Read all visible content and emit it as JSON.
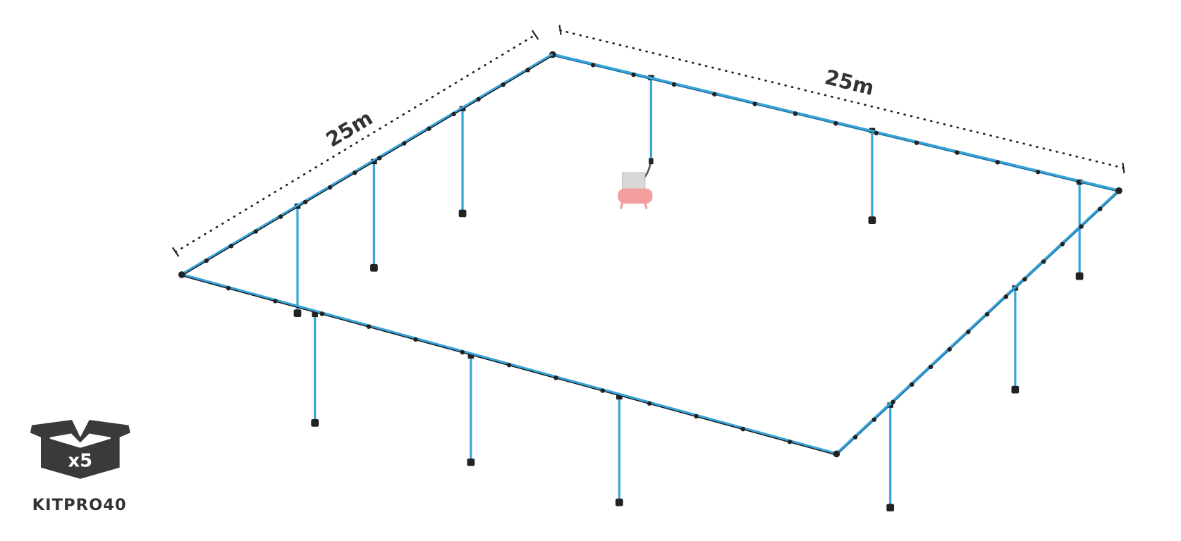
{
  "dimensions": {
    "left_side": "25m",
    "right_side": "25m"
  },
  "kit": {
    "quantity": "x5",
    "code": "KITPRO40",
    "icon": "open-box-icon"
  },
  "colors": {
    "pipe": "#3aa3d8",
    "fitting": "#222222",
    "compressor": "#f08080",
    "text": "#333333"
  }
}
